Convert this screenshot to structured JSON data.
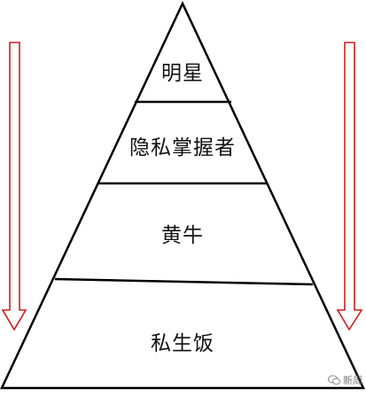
{
  "pyramid": {
    "tiers": [
      {
        "label": "明星"
      },
      {
        "label": "隐私掌握者"
      },
      {
        "label": "黄牛"
      },
      {
        "label": "私生饭"
      }
    ],
    "line_color": "#000000",
    "arrow_color": "#cc1f1f"
  },
  "watermark": {
    "text": "新周"
  }
}
